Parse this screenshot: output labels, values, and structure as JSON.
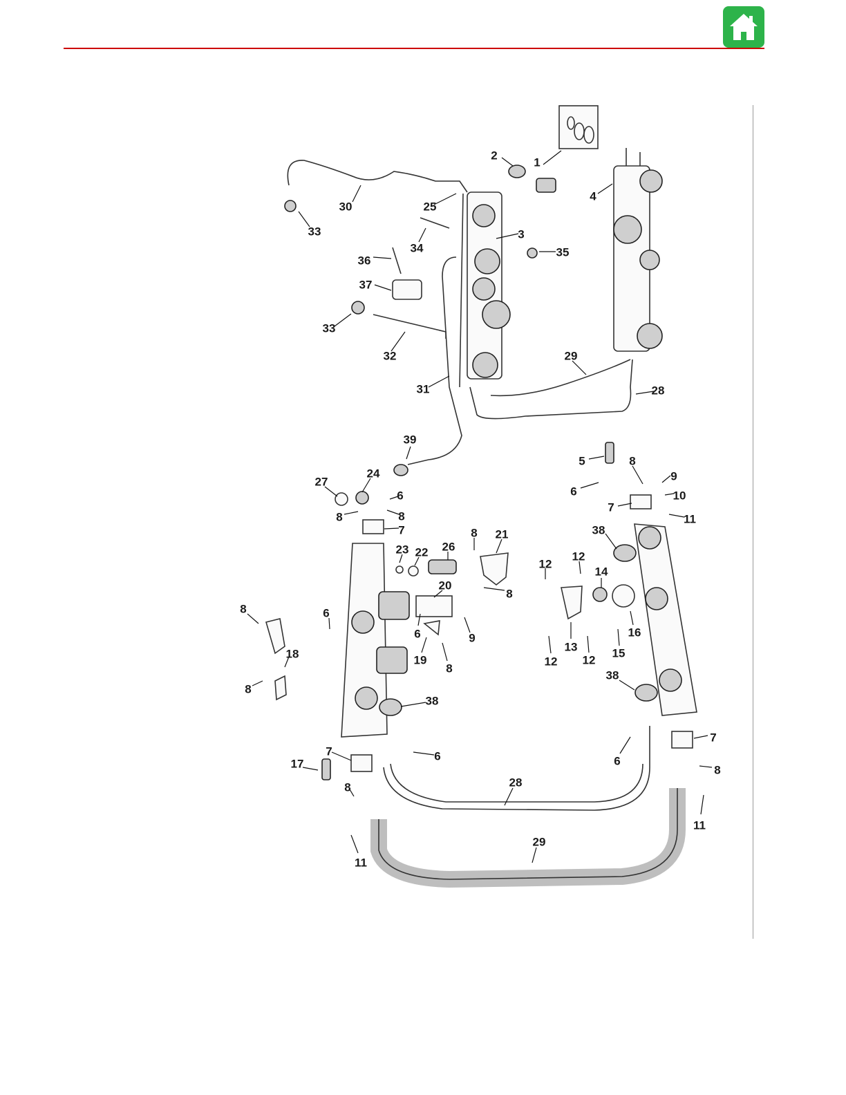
{
  "page": {
    "accent_color": "#cc0000",
    "home_button": {
      "icon": "home-icon",
      "color": "#2db34a"
    }
  },
  "diagram": {
    "callout_labels": [
      "1",
      "2",
      "3",
      "4",
      "5",
      "6",
      "7",
      "8",
      "9",
      "10",
      "11",
      "12",
      "13",
      "14",
      "15",
      "16",
      "17",
      "18",
      "19",
      "20",
      "21",
      "22",
      "23",
      "24",
      "25",
      "26",
      "27",
      "28",
      "29",
      "30",
      "31",
      "32",
      "33",
      "34",
      "35",
      "36",
      "37",
      "38",
      "39"
    ]
  }
}
